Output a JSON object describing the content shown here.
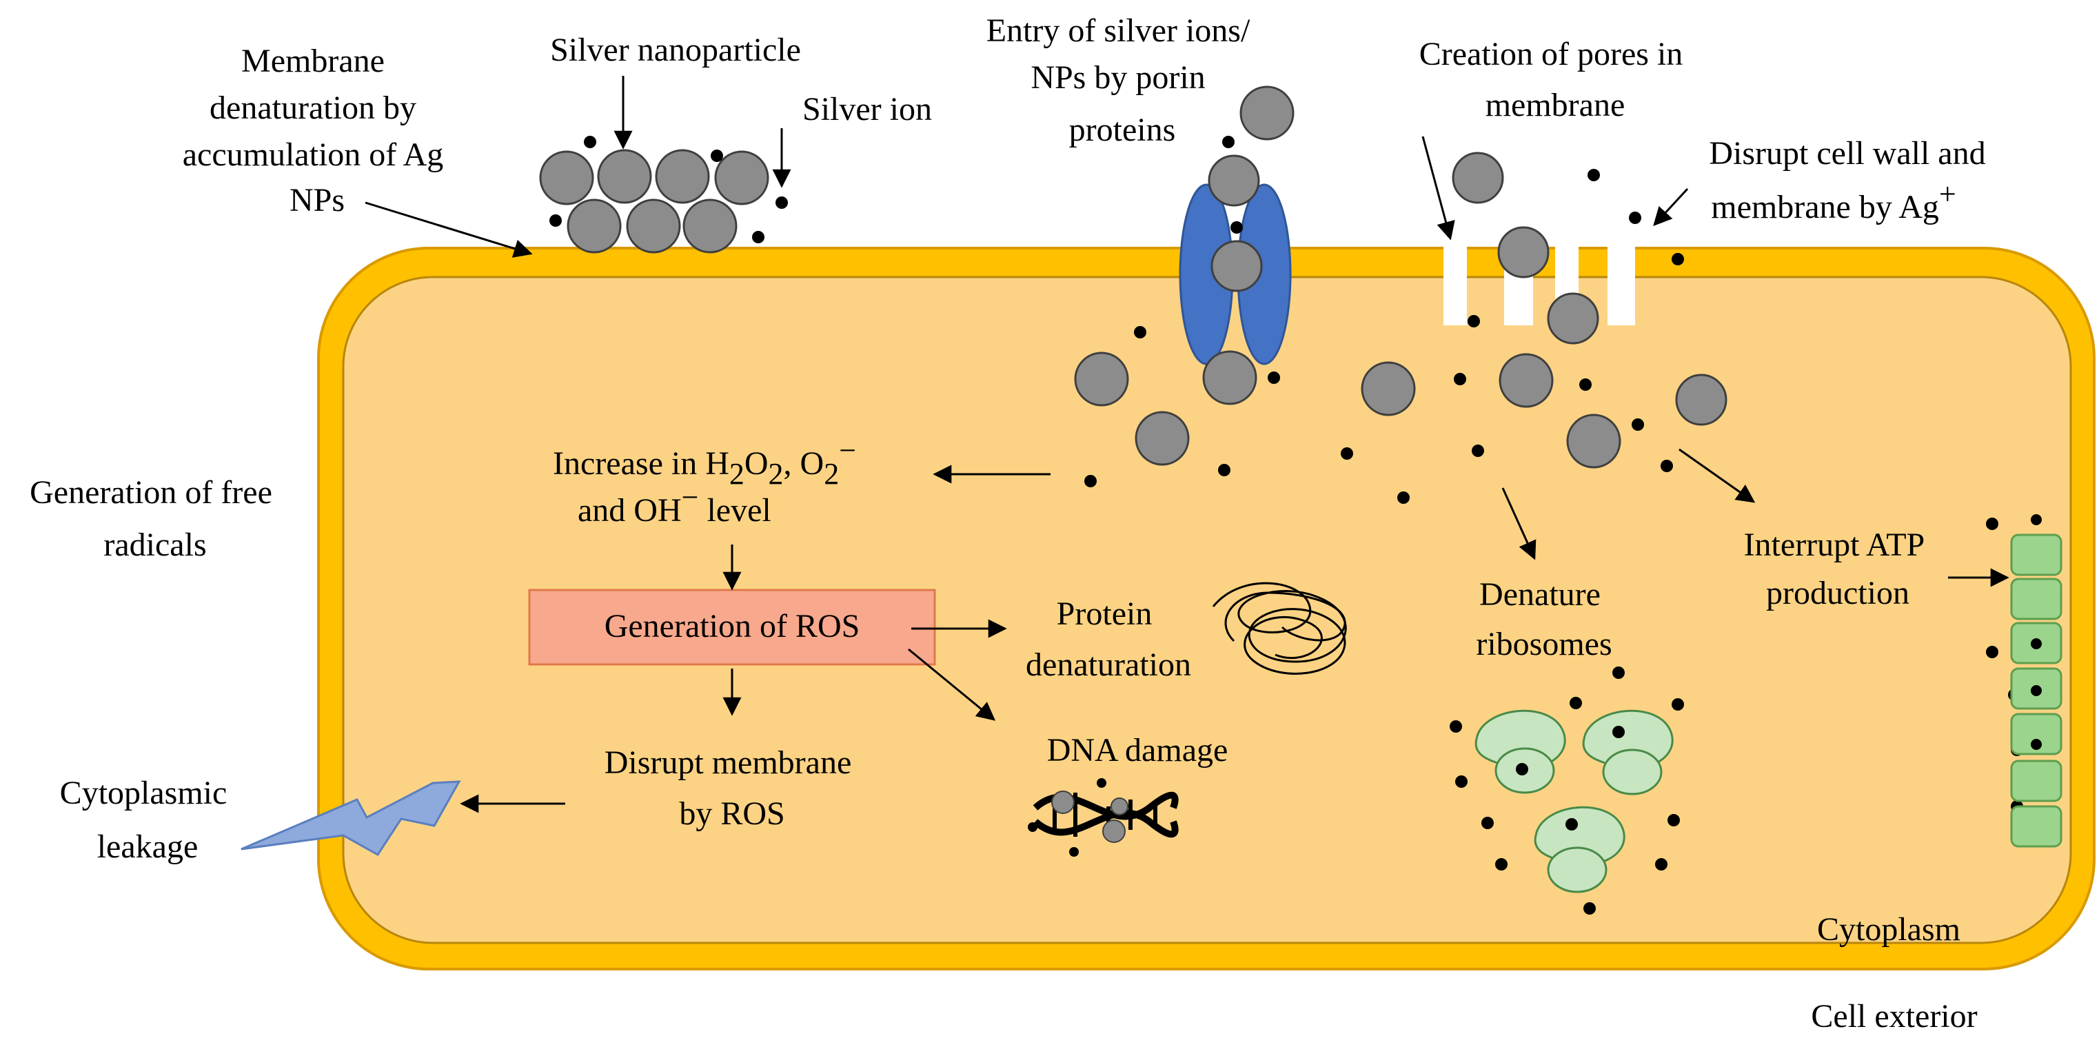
{
  "colors": {
    "cell_wall": "#FFC000",
    "wall_outline": "#D99A00",
    "cytoplasm": "#FCD384",
    "nanoparticle": "#8C8C8C",
    "porin": "#4472C4",
    "ros_box": "#F8A88C",
    "ribosome": "#C6E5C0",
    "atp_synthase": "#9BD48C",
    "leakage_bolt": "#8EA9DB"
  },
  "labels": {
    "membrane_denaturation": [
      "Membrane",
      "denaturation by",
      "accumulation of Ag",
      "NPs"
    ],
    "silver_nanoparticle": "Silver nanoparticle",
    "silver_ion": "Silver ion",
    "entry_porin": [
      "Entry of silver ions/",
      "NPs by porin",
      "proteins"
    ],
    "pores": [
      "Creation of pores in",
      "membrane"
    ],
    "disrupt_wall": [
      "Disrupt cell wall and",
      "membrane by Ag"
    ],
    "disrupt_wall_sup": "+",
    "free_radicals": [
      "Generation of free",
      "radicals"
    ],
    "increase_h2o2": {
      "prefix": "Increase in H",
      "sub2": "2",
      "o": "O",
      "comma_o": ", O",
      "sup_minus": "−",
      "line2": "and OH",
      "level": " level"
    },
    "ros": "Generation of ROS",
    "protein": [
      "Protein",
      "denaturation"
    ],
    "dna_damage": "DNA damage",
    "disrupt_membrane_ros": [
      "Disrupt membrane",
      "by ROS"
    ],
    "leakage": [
      "Cytoplasmic",
      "leakage"
    ],
    "ribosomes": [
      "Denature",
      "ribosomes"
    ],
    "atp": [
      "Interrupt ATP",
      "production"
    ],
    "cytoplasm": "Cytoplasm",
    "cell_exterior": "Cell exterior"
  }
}
